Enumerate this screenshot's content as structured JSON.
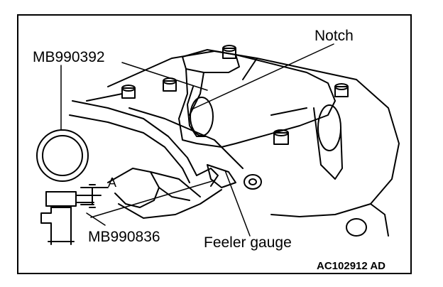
{
  "labels": {
    "tool_top": "MB990392",
    "notch": "Notch",
    "dim_a": "A",
    "tool_bottom": "MB990836",
    "feeler": "Feeler gauge",
    "figure_code": "AC102912 AD"
  }
}
